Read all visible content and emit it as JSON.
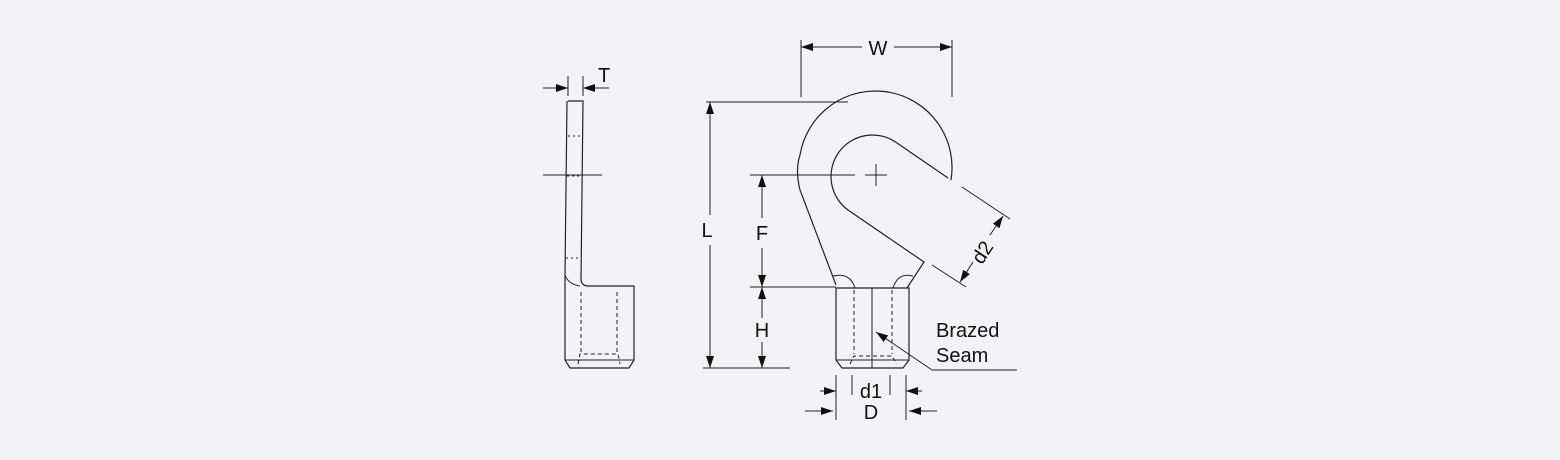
{
  "diagram": {
    "labels": {
      "T": "T",
      "W": "W",
      "L": "L",
      "F": "F",
      "H": "H",
      "d1": "d1",
      "D": "D",
      "d2": "d2",
      "brazed": "Brazed",
      "seam": "Seam"
    },
    "colors": {
      "background": "#f1f3f7",
      "line": "#222222"
    }
  }
}
